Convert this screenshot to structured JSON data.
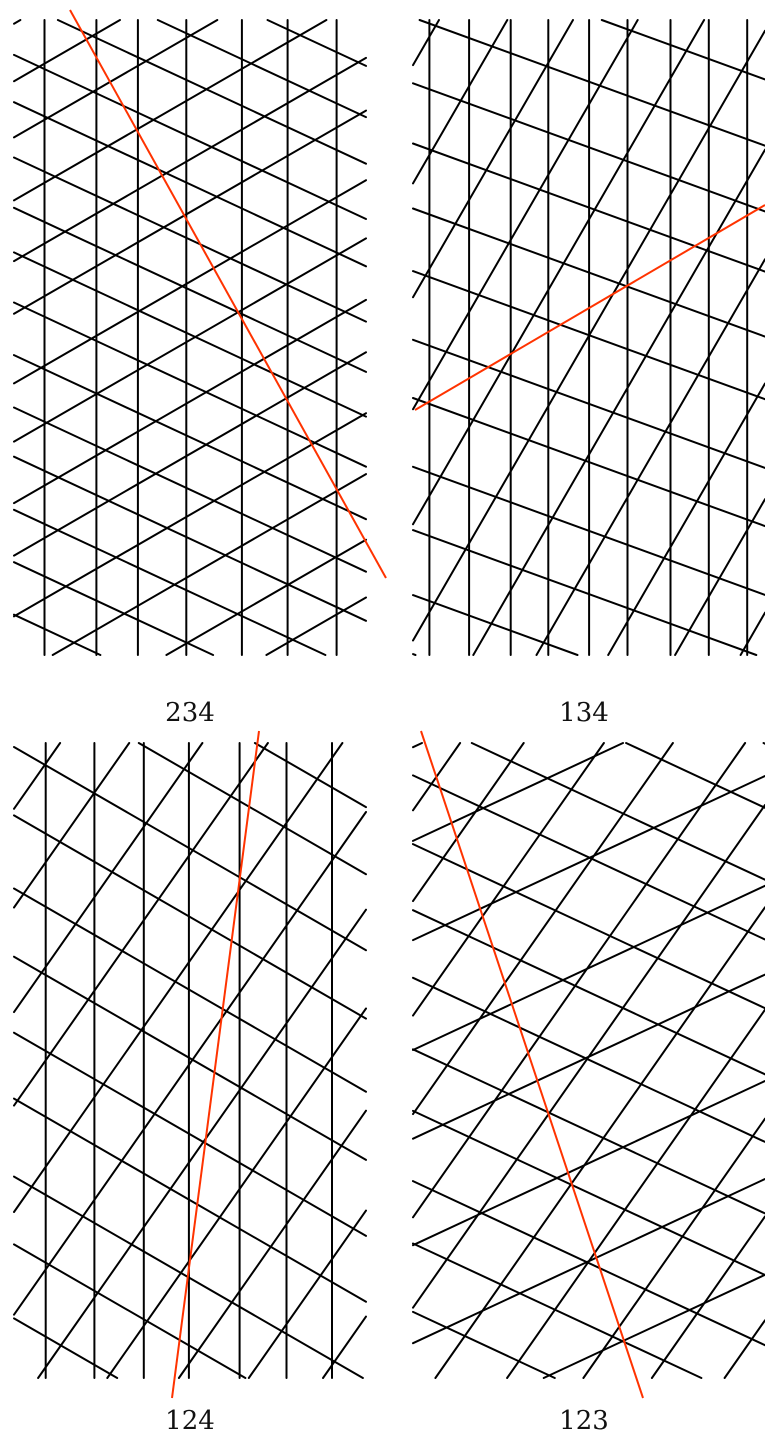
{
  "figure": {
    "line_color": "#000000",
    "cut_color": "#ff3300",
    "panels": [
      {
        "label": "234",
        "family_a_angle_deg": 30,
        "family_b_angle_deg": 90,
        "family_c_angle_deg": 155
      },
      {
        "label": "134",
        "family_a_angle_deg": 60,
        "family_b_angle_deg": 90,
        "family_c_angle_deg": 160
      },
      {
        "label": "124",
        "family_a_angle_deg": 55,
        "family_b_angle_deg": 90,
        "family_c_angle_deg": 150
      },
      {
        "label": "123",
        "family_a_angle_deg": 55,
        "family_b_angle_deg": 25,
        "family_c_angle_deg": 155
      }
    ]
  }
}
